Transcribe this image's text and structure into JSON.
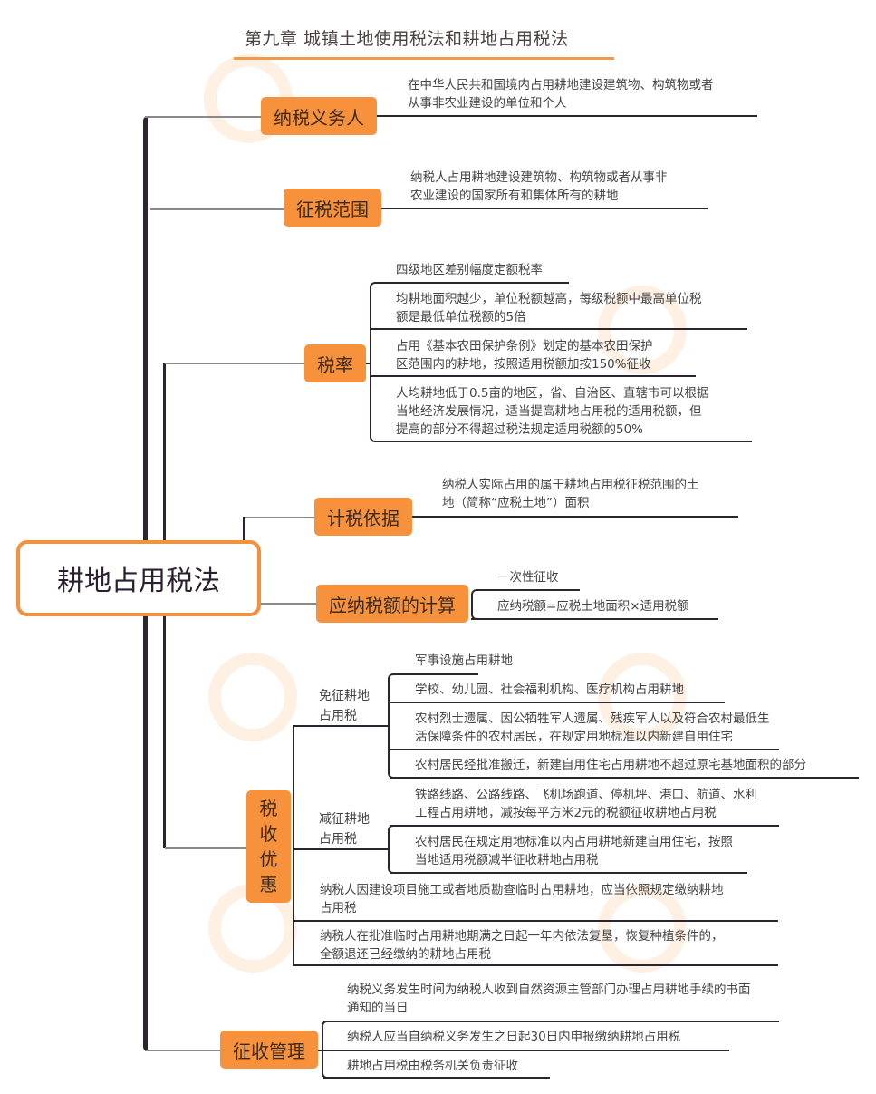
{
  "header": {
    "title": "第九章 城镇土地使用税法和耕地占用税法"
  },
  "root": {
    "label": "耕地占用税法"
  },
  "colors": {
    "node_fill": "#f7913c",
    "root_border": "#f5913e",
    "line": "#2b2530",
    "title_underline": "#f29a4c"
  },
  "branches": [
    {
      "label": "纳税义务人",
      "items": [
        "在中华人民共和国境内占用耕地建设建筑物、构筑物或者\n从事非农业建设的单位和个人"
      ]
    },
    {
      "label": "征税范围",
      "items": [
        "纳税人占用耕地建设建筑物、构筑物或者从事非\n农业建设的国家所有和集体所有的耕地"
      ]
    },
    {
      "label": "税率",
      "items": [
        "四级地区差别幅度定额税率",
        "均耕地面积越少，单位税额越高，每级税额中最高单位税\n额是最低单位税额的5倍",
        "占用《基本农田保护条例》划定的基本农田保护\n区范围内的耕地，按照适用税额加按150%征收",
        "人均耕地低于0.5亩的地区，省、自治区、直辖市可以根据\n当地经济发展情况，适当提高耕地占用税的适用税额，但\n提高的部分不得超过税法规定适用税额的50%"
      ]
    },
    {
      "label": "计税依据",
      "items": [
        "纳税人实际占用的属于耕地占用税征税范围的土\n地（简称“应税土地”）面积"
      ]
    },
    {
      "label": "应纳税额的计算",
      "items": [
        "一次性征收",
        "应纳税额=应税土地面积×适用税额"
      ]
    },
    {
      "label": "税\n收\n优\n惠",
      "groups": [
        {
          "label": "免征耕地\n占用税",
          "items": [
            "军事设施占用耕地",
            "学校、幼儿园、社会福利机构、医疗机构占用耕地",
            "农村烈士遗属、因公牺牲军人遗属、残疾军人以及符合农村最低生\n活保障条件的农村居民，在规定用地标准以内新建自用住宅",
            "农村居民经批准搬迁，新建自用住宅占用耕地不超过原宅基地面积的部分"
          ]
        },
        {
          "label": "减征耕地\n占用税",
          "items": [
            "铁路线路、公路线路、飞机场跑道、停机坪、港口、航道、水利\n工程占用耕地，减按每平方米2元的税额征收耕地占用税",
            "农村居民在规定用地标准以内占用耕地新建自用住宅，按照\n当地适用税额减半征收耕地占用税"
          ]
        }
      ],
      "items": [
        "纳税人因建设项目施工或者地质勘查临时占用耕地，应当依照规定缴纳耕地\n占用税",
        "纳税人在批准临时占用耕地期满之日起一年内依法复垦，恢复种植条件的，\n全额退还已经缴纳的耕地占用税"
      ]
    },
    {
      "label": "征收管理",
      "items": [
        "纳税义务发生时间为纳税人收到自然资源主管部门办理占用耕地手续的书面\n通知的当日",
        "纳税人应当自纳税义务发生之日起30日内申报缴纳耕地占用税",
        "耕地占用税由税务机关负责征收"
      ]
    }
  ]
}
